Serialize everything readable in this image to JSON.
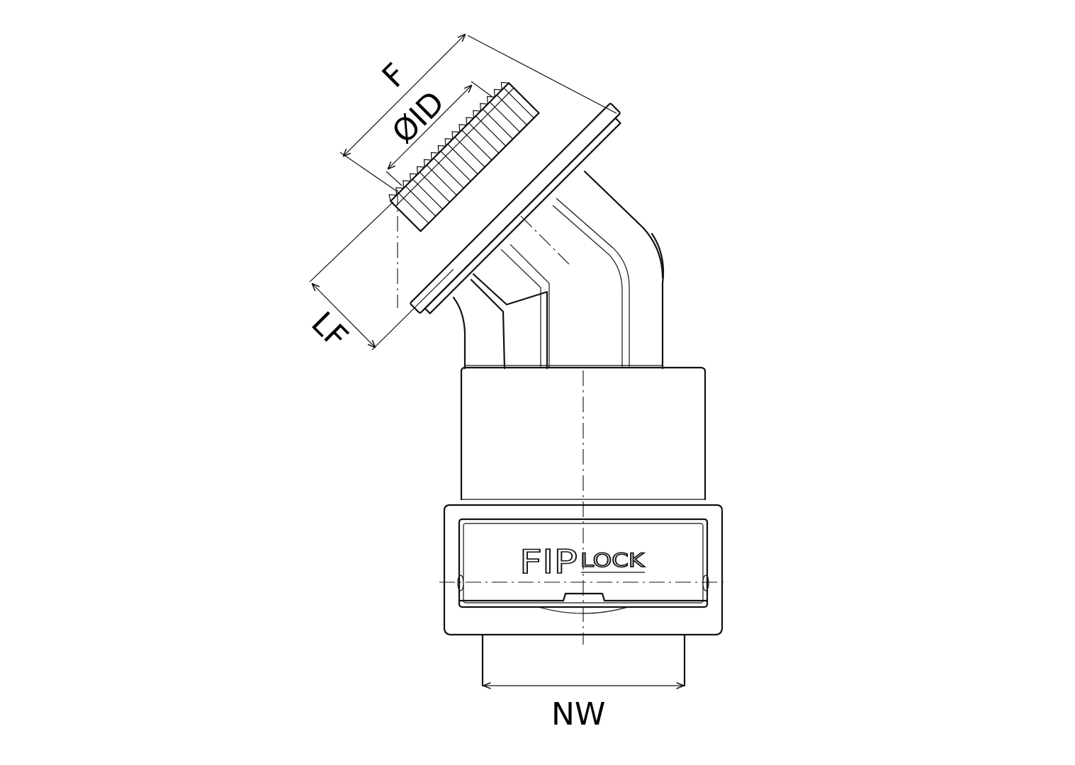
{
  "dimensions": {
    "F": "F",
    "ID": "ØID",
    "LF": "LF",
    "NW": "NW"
  },
  "logo": {
    "text_main": "FIP",
    "text_sub": "LOCK"
  },
  "colors": {
    "line": "#111111",
    "background": "#ffffff"
  }
}
